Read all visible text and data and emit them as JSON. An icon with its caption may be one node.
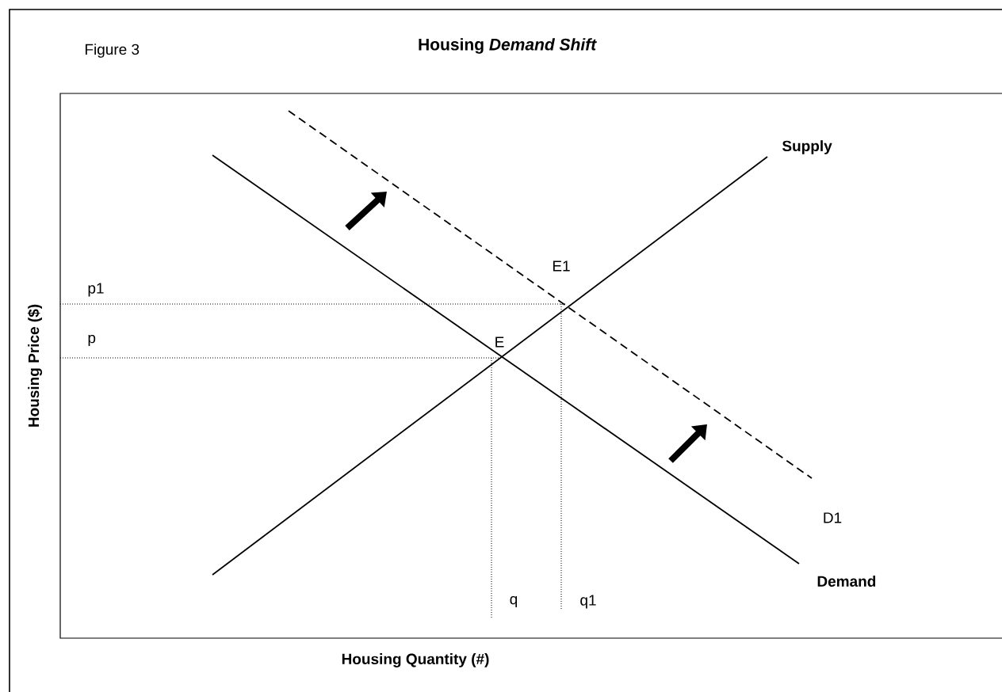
{
  "diagram": {
    "title": "Housing *Demand Shift*",
    "labels": [
      "Figure 3",
      "Supply",
      "E1",
      "p1",
      "p",
      "E",
      "D1",
      "Demand",
      "q",
      "q1",
      "Housing Price ($)",
      "Housing Quantity (#)"
    ]
  }
}
